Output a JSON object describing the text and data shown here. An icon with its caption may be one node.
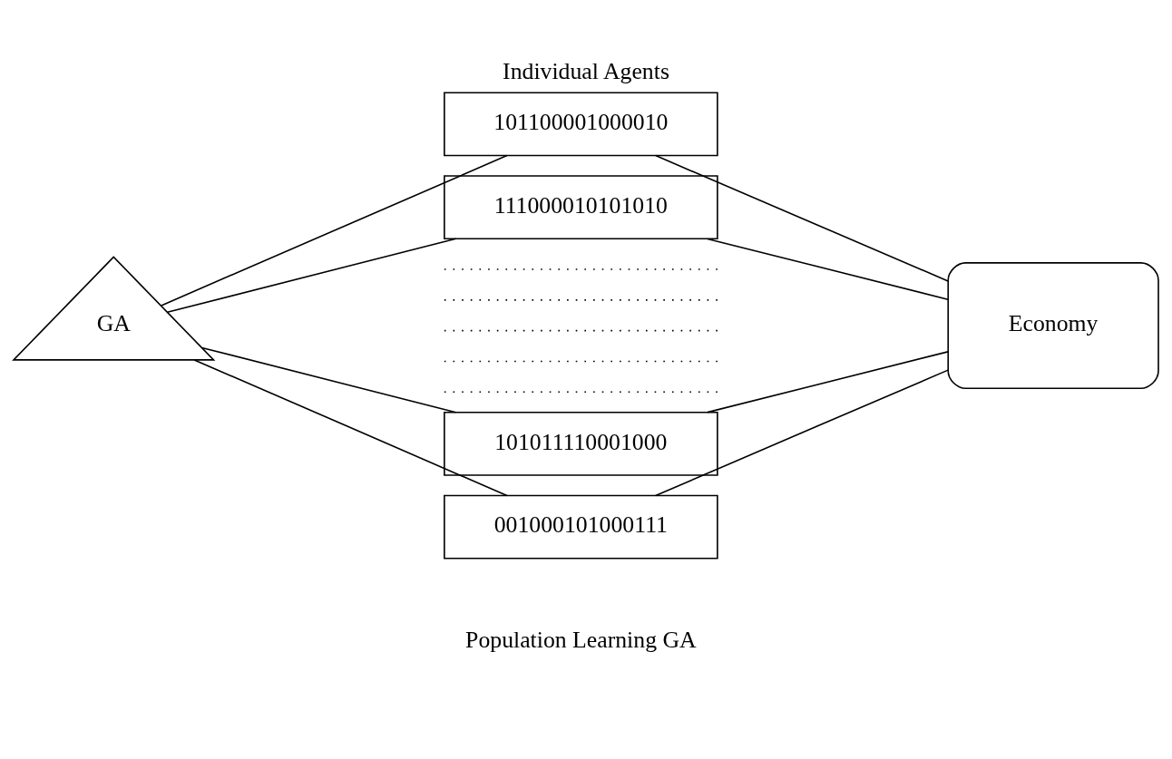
{
  "diagram": {
    "title": "Individual Agents",
    "caption": "Population Learning GA",
    "nodes": [
      {
        "text": [
          "GA"
        ]
      },
      {
        "text": [
          "101100001000010"
        ]
      },
      {
        "text": [
          "111000010101010"
        ]
      },
      {
        "text": [],
        "shape": "line"
      },
      {
        "text": [],
        "shape": "line"
      },
      {
        "text": [],
        "shape": "line"
      },
      {
        "text": [],
        "shape": "line"
      },
      {
        "text": [],
        "shape": "line"
      },
      {
        "text": [
          "101011110001000"
        ]
      },
      {
        "text": [
          "001000101000111"
        ]
      },
      {
        "text": [
          "Economy"
        ]
      }
    ],
    "edges": [
      {
        "from": 0,
        "to": 1,
        "arrow": "none"
      },
      {
        "from": 0,
        "to": 2,
        "arrow": "none"
      },
      {
        "from": 0,
        "to": 8,
        "arrow": "none"
      },
      {
        "from": 0,
        "to": 9,
        "arrow": "none"
      },
      {
        "from": 1,
        "to": 10,
        "arrow": "none"
      },
      {
        "from": 2,
        "to": 10,
        "arrow": "none"
      },
      {
        "from": 8,
        "to": 10,
        "arrow": "none"
      },
      {
        "from": 9,
        "to": 10,
        "arrow": "none"
      }
    ]
  }
}
